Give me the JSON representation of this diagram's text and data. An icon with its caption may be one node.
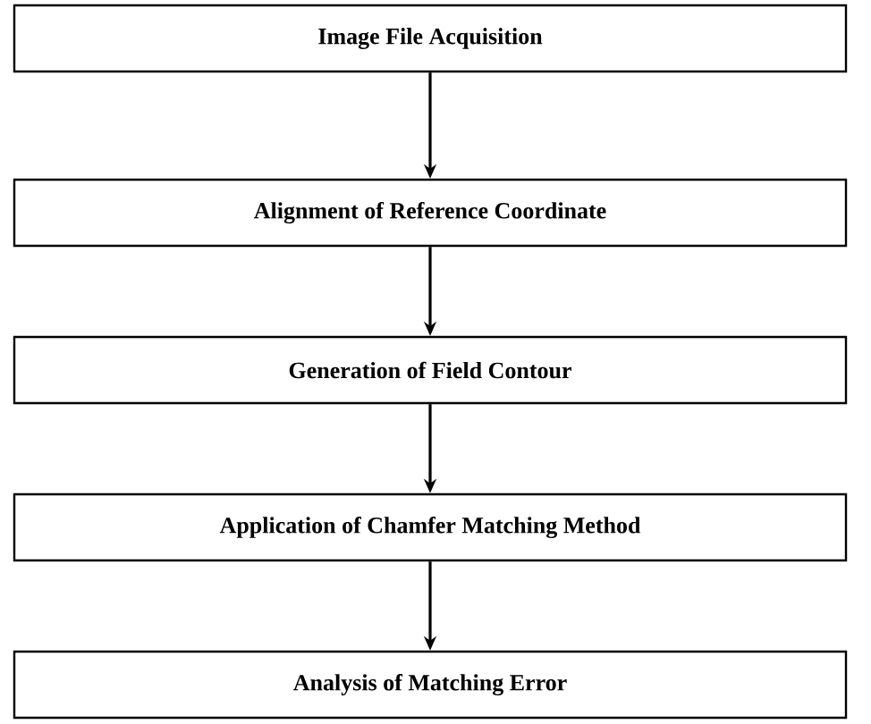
{
  "diagram": {
    "nodes": [
      {
        "text": [
          "Image File Acquisition"
        ]
      },
      {
        "text": [
          "Alignment of Reference Coordinate"
        ]
      },
      {
        "text": [
          "Generation of Field Contour"
        ]
      },
      {
        "text": [
          "Application of Chamfer Matching Method"
        ]
      },
      {
        "text": [
          "Analysis of Matching Error"
        ]
      }
    ],
    "edges": [
      {
        "from": 0,
        "to": 1,
        "arrow": "to"
      },
      {
        "from": 1,
        "to": 2,
        "arrow": "to"
      },
      {
        "from": 2,
        "to": 3,
        "arrow": "to"
      },
      {
        "from": 3,
        "to": 4,
        "arrow": "to"
      }
    ]
  }
}
